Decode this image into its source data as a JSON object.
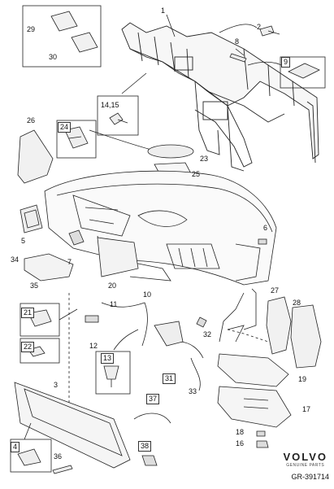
{
  "callouts": {
    "c1": "1",
    "c2": "2",
    "c3": "3",
    "c4": "4",
    "c5": "5",
    "c6": "6",
    "c7": "7",
    "c8": "8",
    "c9": "9",
    "c10": "10",
    "c11": "11",
    "c12": "12",
    "c13": "13",
    "c1415": "14,15",
    "c16": "16",
    "c17": "17",
    "c18": "18",
    "c19": "19",
    "c20": "20",
    "c21": "21",
    "c22": "22",
    "c23": "23",
    "c24": "24",
    "c25": "25",
    "c26": "26",
    "c27": "27",
    "c28": "28",
    "c29": "29",
    "c30": "30",
    "c31": "31",
    "c32": "32",
    "c33": "33",
    "c34": "34",
    "c35": "35",
    "c36": "36",
    "c37": "37",
    "c38": "38"
  },
  "brand": {
    "logo": "VOLVO",
    "tagline": "GENUINE PARTS"
  },
  "reference": "GR-391714"
}
